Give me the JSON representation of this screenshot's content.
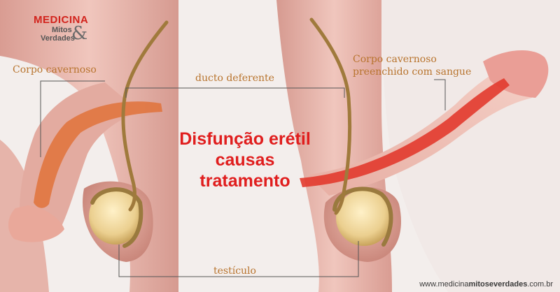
{
  "logo": {
    "line1": "MEDICINA",
    "line2": "Mitos",
    "line3": "Verdades",
    "amp": "&"
  },
  "headline": {
    "line1": "Disfunção erétil",
    "line2": "causas",
    "line3": "tratamento"
  },
  "labels": {
    "left_corpo": "Corpo cavernoso",
    "ducto": "ducto deferente",
    "right_corpo_line1": "Corpo cavernoso",
    "right_corpo_line2": "preenchido com sangue",
    "testiculo": "testículo"
  },
  "website": {
    "prefix": "www.medicina",
    "middle": "mitoseverdades",
    "suffix": ".com.br"
  },
  "colors": {
    "skin": "#e7b2a8",
    "skin_dark": "#c98b80",
    "background": "#f3eeec",
    "cavernous_left": "#e0723a",
    "cavernous_right": "#e23a2e",
    "testicle": "#e8c98a",
    "duct": "#b08a4a",
    "headline": "#e01e1e",
    "label": "#b8742e",
    "leader": "#555555"
  }
}
